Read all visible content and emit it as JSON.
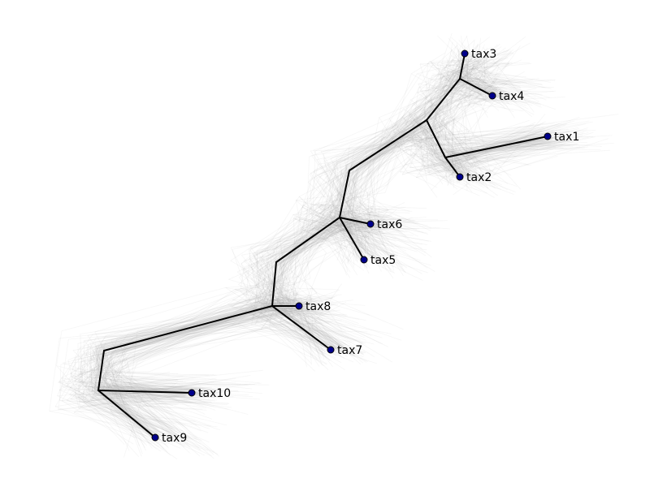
{
  "colors": {
    "background": "#ffffff",
    "consensus_branch": "#000000",
    "cloud_branch": "#9a9a9a",
    "tip_fill": "#00008b",
    "tip_stroke": "#000000",
    "label": "#000000"
  },
  "tree": {
    "layout": "unrooted",
    "tips": [
      {
        "id": "tax1",
        "label": "tax1"
      },
      {
        "id": "tax2",
        "label": "tax2"
      },
      {
        "id": "tax3",
        "label": "tax3"
      },
      {
        "id": "tax4",
        "label": "tax4"
      },
      {
        "id": "tax5",
        "label": "tax5"
      },
      {
        "id": "tax6",
        "label": "tax6"
      },
      {
        "id": "tax7",
        "label": "tax7"
      },
      {
        "id": "tax8",
        "label": "tax8"
      },
      {
        "id": "tax9",
        "label": "tax9"
      },
      {
        "id": "tax10",
        "label": "tax10"
      }
    ],
    "branches": [
      [
        "n34",
        "tax3"
      ],
      [
        "n34",
        "tax4"
      ],
      [
        "n12",
        "tax1"
      ],
      [
        "n12",
        "tax2"
      ],
      [
        "n1234",
        "n34"
      ],
      [
        "n1234",
        "n12"
      ],
      [
        "n1234",
        "a"
      ],
      [
        "a",
        "n6"
      ],
      [
        "n6",
        "tax6"
      ],
      [
        "n6",
        "tax5"
      ],
      [
        "n6",
        "b"
      ],
      [
        "b",
        "n8"
      ],
      [
        "n8",
        "tax8"
      ],
      [
        "n8",
        "tax7"
      ],
      [
        "n8",
        "c"
      ],
      [
        "c",
        "n10"
      ],
      [
        "n10",
        "tax10"
      ],
      [
        "n10",
        "tax9"
      ]
    ],
    "background_cloud": true
  }
}
